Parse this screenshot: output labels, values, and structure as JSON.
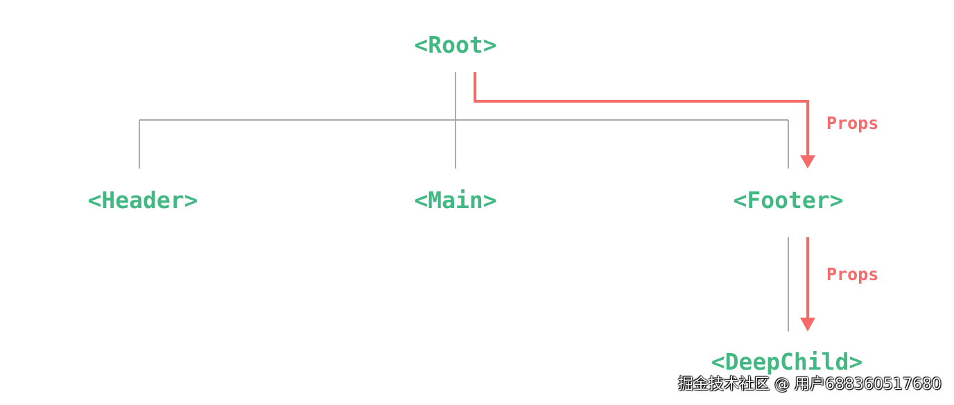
{
  "nodes": {
    "root": "<Root>",
    "header": "<Header>",
    "main": "<Main>",
    "footer": "<Footer>",
    "deep_child": "<DeepChild>"
  },
  "edges": {
    "root_to_footer_label": "Props",
    "footer_to_deepchild_label": "Props"
  },
  "watermark": "掘金技术社区 @ 用户688360517680",
  "colors": {
    "node_text": "#42b883",
    "props_flow": "#f66a6a",
    "tree_lines": "#aaaaaa"
  }
}
